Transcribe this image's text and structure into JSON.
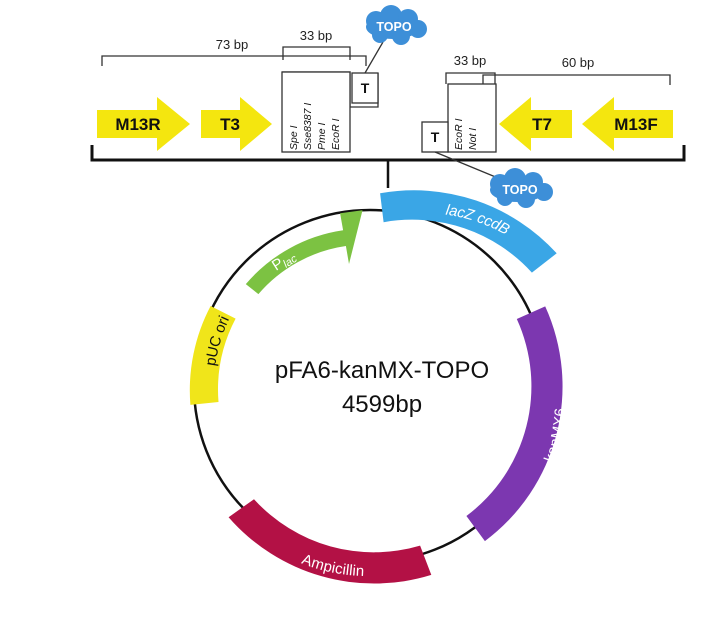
{
  "colors": {
    "arrow_yellow": "#f4e60f",
    "topo_blue": "#3d8fd8",
    "lacz_blue": "#3aa6e6",
    "plac_green": "#7cc242",
    "puc_yellow": "#f0e51a",
    "kanmx6_purple": "#7c37b0",
    "ampicillin_red": "#b31145"
  },
  "mcs": {
    "primers_left": [
      "M13R",
      "T3"
    ],
    "primers_right": [
      "T7",
      "M13F"
    ],
    "left_sites": [
      "Spe I",
      "Sse8387 I",
      "Pme I",
      "EcoR I"
    ],
    "right_sites": [
      "EcoR I",
      "Not I"
    ],
    "overhang": "T",
    "topo": "TOPO",
    "spans": {
      "left_long": "73 bp",
      "left_short": "33 bp",
      "right_short": "33 bp",
      "right_long": "60 bp"
    }
  },
  "plasmid": {
    "name": "pFA6-kanMX-TOPO",
    "size": "4599bp",
    "features": [
      {
        "label_main": "P",
        "label_sub": "lac"
      },
      {
        "label_main": "lacZ ccdB"
      },
      {
        "label_main": "kanMX6"
      },
      {
        "label_main": "Ampicillin"
      },
      {
        "label_main": "pUC ori"
      }
    ]
  }
}
